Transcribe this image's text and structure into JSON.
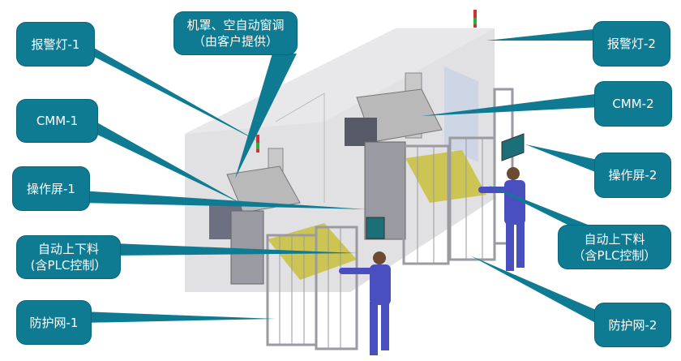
{
  "callouts": {
    "enclosure": "机罩、空自动窗调（由客户提供）",
    "alarm_light_1": "报警灯-1",
    "cmm_1": "CMM-1",
    "screen_1": "操作屏-1",
    "loader_1_line1": "自动上下料",
    "loader_1_line2": "(含PLC控制）",
    "guard_1": "防护网-1",
    "alarm_light_2": "报警灯-2",
    "cmm_2": "CMM-2",
    "screen_2": "操作屏-2",
    "loader_2_line1": "自动上下料",
    "loader_2_line2": "（含PLC控制）",
    "guard_2": "防护网-2"
  },
  "colors": {
    "callout": "#0f7b93",
    "enclosure": "#d9d9dc",
    "worker": "#4a4fbf"
  }
}
